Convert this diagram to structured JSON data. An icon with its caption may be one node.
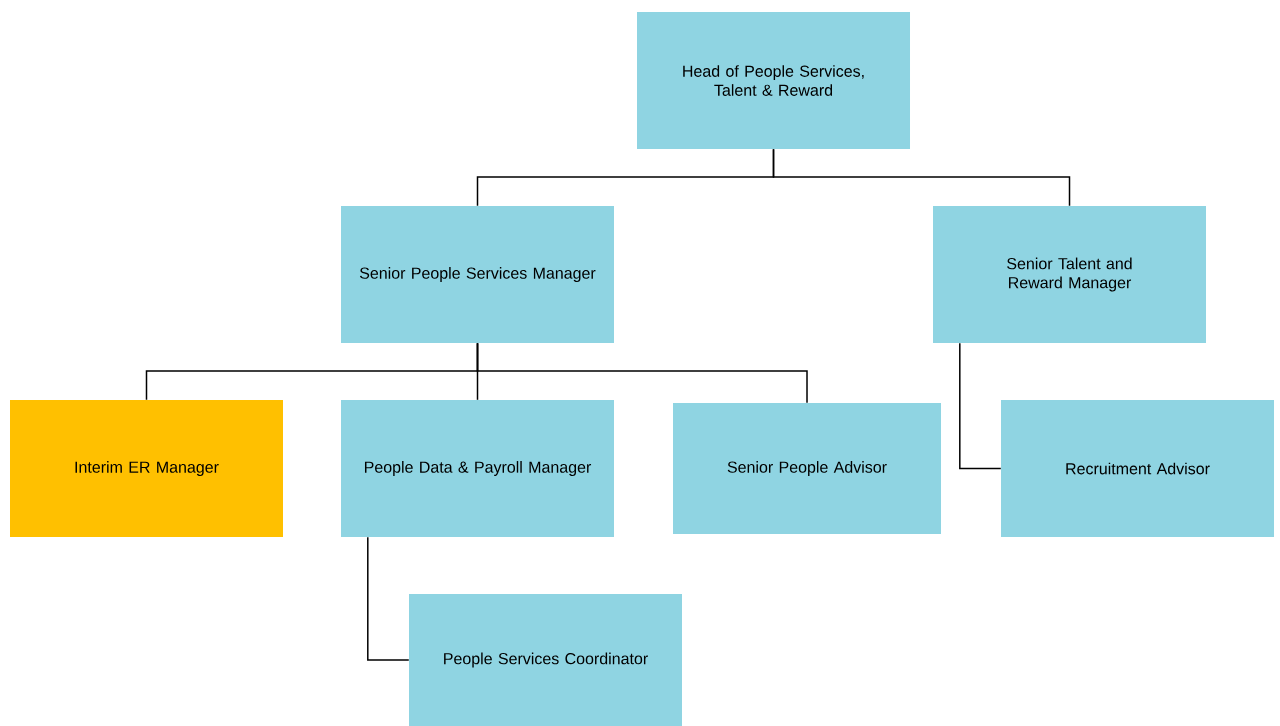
{
  "diagram": {
    "nodes": [
      {
        "text": [
          "Head of People Services, Talent & Reward"
        ]
      },
      {
        "text": [
          "Senior People Services Manager"
        ]
      },
      {
        "text": [
          "Senior Talent and Reward Manager"
        ]
      },
      {
        "text": [
          "Interim ER Manager"
        ]
      },
      {
        "text": [
          "People Data & Payroll Manager"
        ]
      },
      {
        "text": [
          "Senior People Advisor"
        ]
      },
      {
        "text": [
          "Recruitment Advisor"
        ]
      },
      {
        "text": [
          "People Services Coordinator"
        ]
      }
    ],
    "edges": [
      {
        "from": 0,
        "to": 1,
        "arrow": "none"
      },
      {
        "from": 0,
        "to": 2,
        "arrow": "none"
      },
      {
        "from": 1,
        "to": 3,
        "arrow": "none"
      },
      {
        "from": 1,
        "to": 4,
        "arrow": "none"
      },
      {
        "from": 1,
        "to": 5,
        "arrow": "none"
      },
      {
        "from": 2,
        "to": 6,
        "arrow": "none"
      },
      {
        "from": 4,
        "to": 7,
        "arrow": "none"
      }
    ]
  }
}
